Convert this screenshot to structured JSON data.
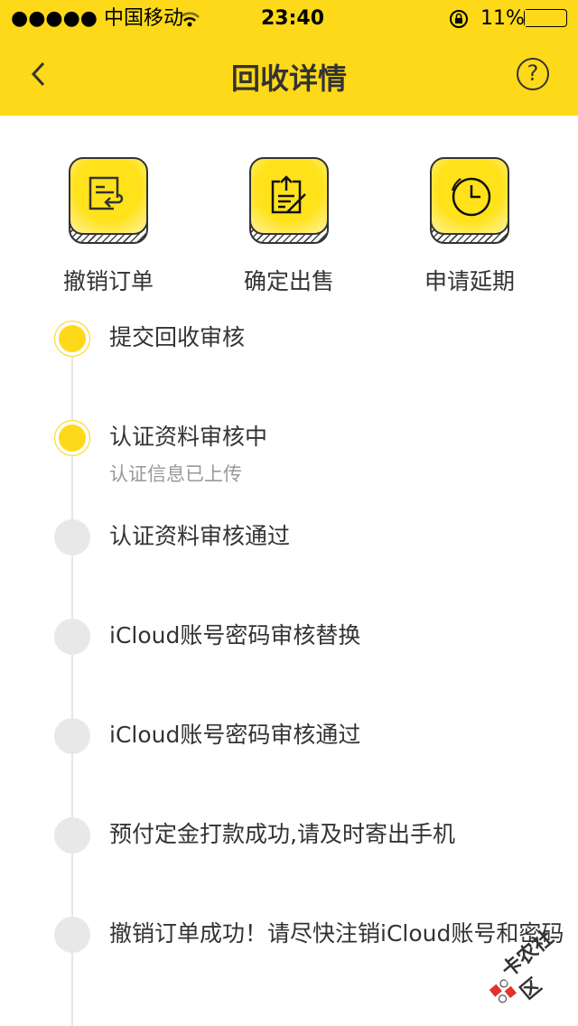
{
  "status_bar": {
    "carrier": "●●●●● 中国移动",
    "time": "23:40",
    "battery": "11%",
    "battery_level": 0.11
  },
  "header": {
    "title": "回收详情"
  },
  "actions": [
    {
      "label": "撤销订单",
      "icon": "cancel-order-icon"
    },
    {
      "label": "确定出售",
      "icon": "confirm-sale-icon"
    },
    {
      "label": "申请延期",
      "icon": "clock-icon"
    }
  ],
  "steps": [
    {
      "title": "提交回收审核",
      "active": true
    },
    {
      "title": "认证资料审核中",
      "subtitle": "认证信息已上传",
      "active": true
    },
    {
      "title": "认证资料审核通过",
      "active": false
    },
    {
      "title": "iCloud账号密码审核替换",
      "active": false
    },
    {
      "title": "iCloud账号密码审核通过",
      "active": false
    },
    {
      "title": "预付定金打款成功,请及时寄出手机",
      "active": false
    },
    {
      "title": "撤销订单成功！请尽快注销iCloud账号和密码",
      "active": false
    }
  ],
  "watermark": "卡农社区",
  "colors": {
    "accent": "#fdd91a"
  }
}
